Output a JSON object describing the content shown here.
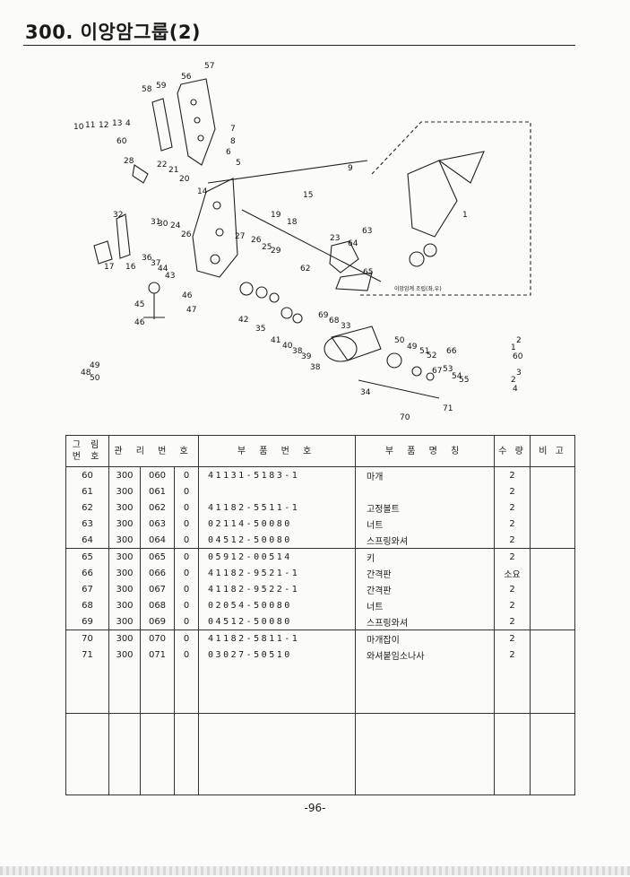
{
  "header": {
    "title": "300. 이앙암그룹(2)"
  },
  "diagram": {
    "callouts": [
      "56",
      "57",
      "58",
      "59",
      "10",
      "11",
      "12",
      "13",
      "4",
      "60",
      "7",
      "8",
      "6",
      "5",
      "9",
      "28",
      "22",
      "21",
      "20",
      "14",
      "15",
      "32",
      "31",
      "30",
      "24",
      "26",
      "19",
      "18",
      "1",
      "17",
      "16",
      "36",
      "37",
      "44",
      "43",
      "27",
      "26",
      "25",
      "29",
      "23",
      "64",
      "63",
      "62",
      "65",
      "45",
      "46",
      "46",
      "47",
      "42",
      "35",
      "41",
      "40",
      "38",
      "39",
      "38",
      "69",
      "68",
      "33",
      "48",
      "49",
      "50",
      "50",
      "49",
      "51",
      "52",
      "66",
      "53",
      "67",
      "54",
      "55",
      "34",
      "70",
      "71",
      "1",
      "2",
      "60",
      "2",
      "3",
      "4"
    ],
    "assembly_caption": "이앙암계 조립(좌,우)"
  },
  "table": {
    "headers": {
      "fig_no": "그 림\n번 호",
      "mgmt_no": "관 리 번 호",
      "part_no": "부 품 번 호",
      "part_name": "부 품 명 칭",
      "qty": "수 량",
      "remarks": "비 고"
    },
    "rows": [
      {
        "fig": "60",
        "g": "300",
        "s": "060",
        "v": "0",
        "pn": "41131-5183-1",
        "name": "마개",
        "qty": "2"
      },
      {
        "fig": "61",
        "g": "300",
        "s": "061",
        "v": "0",
        "pn": "",
        "name": "",
        "qty": "2"
      },
      {
        "fig": "62",
        "g": "300",
        "s": "062",
        "v": "0",
        "pn": "41182-5511-1",
        "name": "고정볼트",
        "qty": "2"
      },
      {
        "fig": "63",
        "g": "300",
        "s": "063",
        "v": "0",
        "pn": "02114-50080",
        "name": "너트",
        "qty": "2"
      },
      {
        "fig": "64",
        "g": "300",
        "s": "064",
        "v": "0",
        "pn": "04512-50080",
        "name": "스프링와셔",
        "qty": "2"
      },
      {
        "fig": "65",
        "g": "300",
        "s": "065",
        "v": "0",
        "pn": "05912-00514",
        "name": "키",
        "qty": "2"
      },
      {
        "fig": "66",
        "g": "300",
        "s": "066",
        "v": "0",
        "pn": "41182-9521-1",
        "name": "간격판",
        "qty": "소요"
      },
      {
        "fig": "67",
        "g": "300",
        "s": "067",
        "v": "0",
        "pn": "41182-9522-1",
        "name": "간격판",
        "qty": "2"
      },
      {
        "fig": "68",
        "g": "300",
        "s": "068",
        "v": "0",
        "pn": "02054-50080",
        "name": "너트",
        "qty": "2"
      },
      {
        "fig": "69",
        "g": "300",
        "s": "069",
        "v": "0",
        "pn": "04512-50080",
        "name": "스프링와셔",
        "qty": "2"
      },
      {
        "fig": "70",
        "g": "300",
        "s": "070",
        "v": "0",
        "pn": "41182-5811-1",
        "name": "마개잡이",
        "qty": "2"
      },
      {
        "fig": "71",
        "g": "300",
        "s": "071",
        "v": "0",
        "pn": "03027-50510",
        "name": "와셔붙임소나사",
        "qty": "2"
      }
    ]
  },
  "footer": {
    "page_number": "-96-"
  }
}
